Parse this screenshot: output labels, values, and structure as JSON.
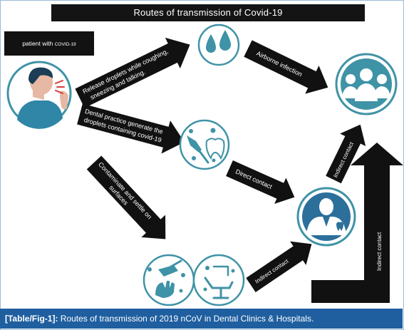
{
  "title": "Routes of transmission of Covid-19",
  "patient_box": {
    "prefix": "patient with",
    "covid": "COVID-19"
  },
  "arrows": {
    "release_line1": "Release droplets while coughing,",
    "release_line2": "sneezing and talking.",
    "dental_line1": "Dental practice generate the",
    "dental_line2": "droplets containing covid-19",
    "contaminate_line1": "Contaminate and settle on",
    "contaminate_line2": "surfaces",
    "airborne": "Airborne infection",
    "direct": "Direct contact",
    "indirect_up": "Indirect contact",
    "indirect_tools": "Indirect contact",
    "indirect_big": "Indirect contact"
  },
  "caption": {
    "tag": "[Table/Fig-1]:",
    "text": "Routes of transmission of 2019 nCoV in Dental Clinics & Hospitals."
  },
  "colors": {
    "teal": "#3f93a6",
    "dark": "#111111",
    "caption_bg": "#1f5fa0",
    "frame": "#9bbbd8"
  },
  "icons": [
    "coughing-patient-icon",
    "water-droplets-icon",
    "group-of-people-icon",
    "dental-instruments-icon",
    "dentist-icon",
    "glove-and-handpiece-icon",
    "dental-chair-icon"
  ]
}
